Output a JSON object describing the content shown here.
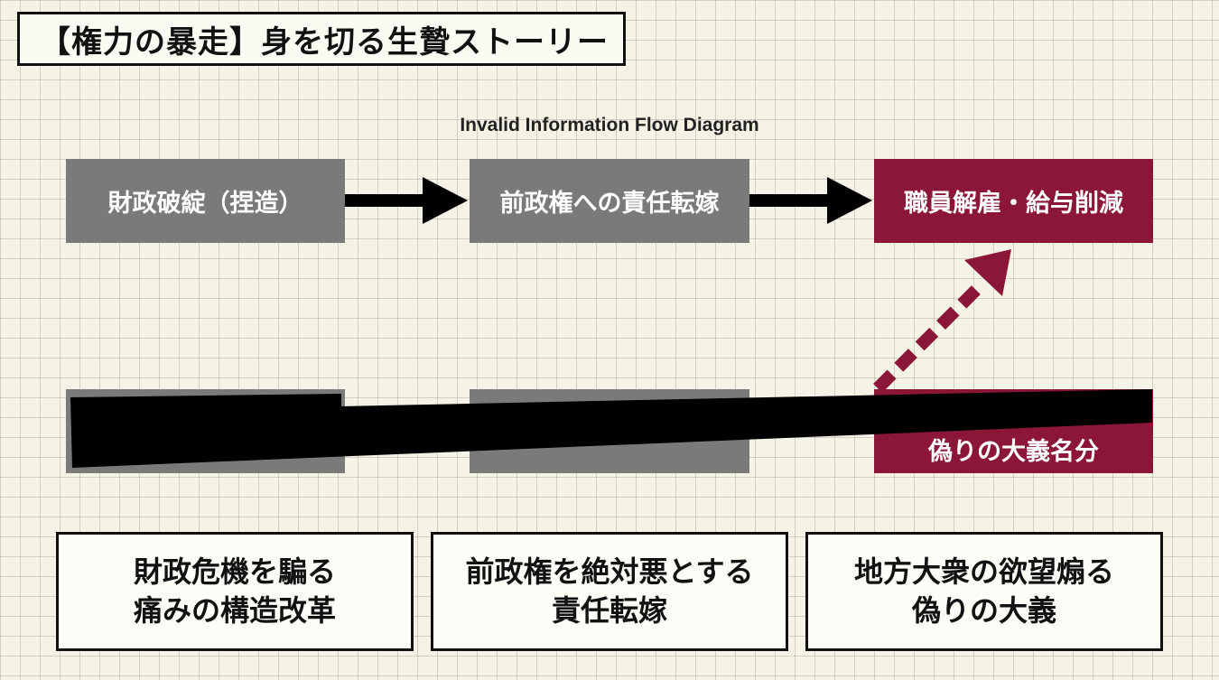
{
  "title": "【権力の暴走】身を切る生贄ストーリー",
  "diagram_title": "Invalid Information Flow Diagram",
  "flow_top": {
    "node1": "財政破綻（捏造）",
    "node2": "前政権への責任転嫁",
    "node3": "職員解雇・給与削減"
  },
  "flow_bottom": {
    "node3": "偽りの大義名分"
  },
  "bottom_boxes": [
    {
      "line1": "財政危機を騙る",
      "line2": "痛みの構造改革"
    },
    {
      "line1": "前政権を絶対悪とする",
      "line2": "責任転嫁"
    },
    {
      "line1": "地方大衆の欲望煽る",
      "line2": "偽りの大義"
    }
  ],
  "colors": {
    "gray_node": "#7a7a7a",
    "accent_red": "#8b1638",
    "redaction": "#000000"
  }
}
